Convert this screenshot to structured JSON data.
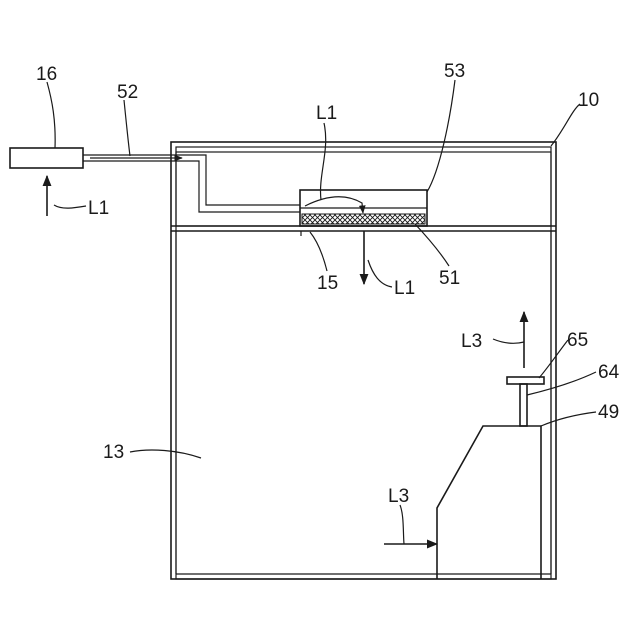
{
  "labels": {
    "n16": "16",
    "n52": "52",
    "n53": "53",
    "n10": "10",
    "n15": "15",
    "n51": "51",
    "n65": "65",
    "n64": "64",
    "n49": "49",
    "n13": "13",
    "l1_top": "L1",
    "l1_left": "L1",
    "l1_bottom": "L1",
    "l3_top": "L3",
    "l3_bottom": "L3"
  },
  "colors": {
    "line": "#1a1a1a",
    "hatch": "#1a1a1a",
    "background": "#ffffff"
  }
}
